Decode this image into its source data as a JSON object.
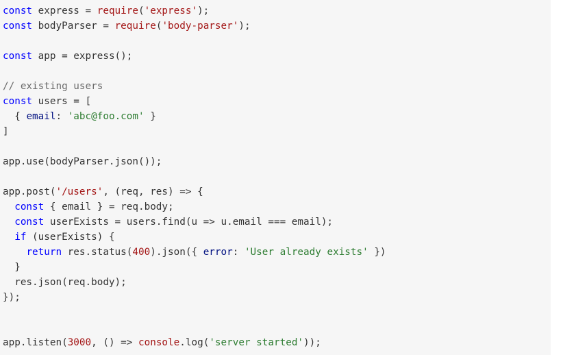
{
  "code": {
    "language": "javascript",
    "lines": [
      [
        {
          "c": "kw",
          "t": "const"
        },
        {
          "c": "txt",
          "t": " express = "
        },
        {
          "c": "fn-red",
          "t": "require"
        },
        {
          "c": "txt",
          "t": "("
        },
        {
          "c": "str",
          "t": "'express'"
        },
        {
          "c": "txt",
          "t": ");"
        }
      ],
      [
        {
          "c": "kw",
          "t": "const"
        },
        {
          "c": "txt",
          "t": " bodyParser = "
        },
        {
          "c": "fn-red",
          "t": "require"
        },
        {
          "c": "txt",
          "t": "("
        },
        {
          "c": "str",
          "t": "'body-parser'"
        },
        {
          "c": "txt",
          "t": ");"
        }
      ],
      [],
      [
        {
          "c": "kw",
          "t": "const"
        },
        {
          "c": "txt",
          "t": " app = express();"
        }
      ],
      [],
      [
        {
          "c": "com",
          "t": "// existing users"
        }
      ],
      [
        {
          "c": "kw",
          "t": "const"
        },
        {
          "c": "txt",
          "t": " users = ["
        }
      ],
      [
        {
          "c": "txt",
          "t": "  { "
        },
        {
          "c": "prop",
          "t": "email"
        },
        {
          "c": "txt",
          "t": ": "
        },
        {
          "c": "str2",
          "t": "'abc@foo.com'"
        },
        {
          "c": "txt",
          "t": " }"
        }
      ],
      [
        {
          "c": "txt",
          "t": "]"
        }
      ],
      [],
      [
        {
          "c": "txt",
          "t": "app.use(bodyParser.json());"
        }
      ],
      [],
      [
        {
          "c": "txt",
          "t": "app.post("
        },
        {
          "c": "str",
          "t": "'/users'"
        },
        {
          "c": "txt",
          "t": ", (req, res) => {"
        }
      ],
      [
        {
          "c": "txt",
          "t": "  "
        },
        {
          "c": "kw",
          "t": "const"
        },
        {
          "c": "txt",
          "t": " { email } = req.body;"
        }
      ],
      [
        {
          "c": "txt",
          "t": "  "
        },
        {
          "c": "kw",
          "t": "const"
        },
        {
          "c": "txt",
          "t": " userExists = users.find(u => u.email === email);"
        }
      ],
      [
        {
          "c": "txt",
          "t": "  "
        },
        {
          "c": "kw",
          "t": "if"
        },
        {
          "c": "txt",
          "t": " (userExists) {"
        }
      ],
      [
        {
          "c": "txt",
          "t": "    "
        },
        {
          "c": "kw",
          "t": "return"
        },
        {
          "c": "txt",
          "t": " res.status("
        },
        {
          "c": "num",
          "t": "400"
        },
        {
          "c": "txt",
          "t": ").json({ "
        },
        {
          "c": "prop",
          "t": "error"
        },
        {
          "c": "txt",
          "t": ": "
        },
        {
          "c": "str2",
          "t": "'User already exists'"
        },
        {
          "c": "txt",
          "t": " })"
        }
      ],
      [
        {
          "c": "txt",
          "t": "  }"
        }
      ],
      [
        {
          "c": "txt",
          "t": "  res.json(req.body);"
        }
      ],
      [
        {
          "c": "txt",
          "t": "});"
        }
      ],
      [],
      [],
      [
        {
          "c": "txt",
          "t": "app.listen("
        },
        {
          "c": "num",
          "t": "3000"
        },
        {
          "c": "txt",
          "t": ", () => "
        },
        {
          "c": "fn-red",
          "t": "console"
        },
        {
          "c": "txt",
          "t": ".log("
        },
        {
          "c": "str2",
          "t": "'server started'"
        },
        {
          "c": "txt",
          "t": "));"
        }
      ]
    ]
  },
  "colors": {
    "background": "#f6f6f6",
    "keyword": "#0000ff",
    "string": "#a31515",
    "comment": "#6a6a6a",
    "text": "#333333"
  }
}
